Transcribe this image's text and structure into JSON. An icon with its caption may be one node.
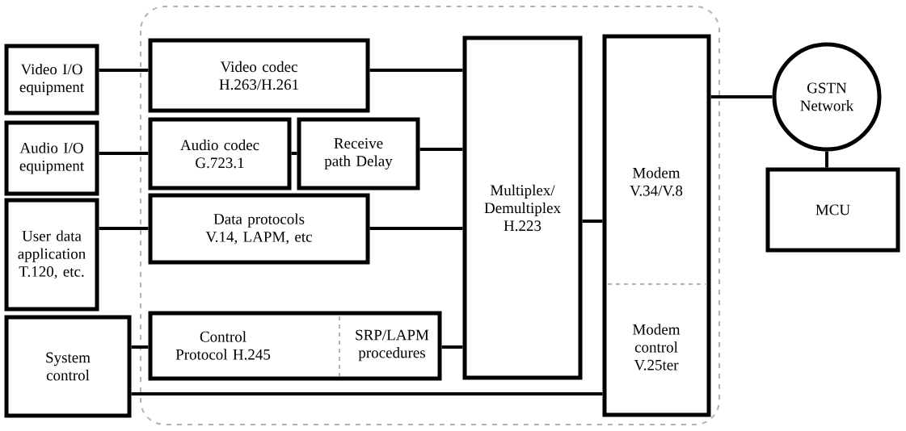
{
  "diagram": {
    "nodes": [
      {
        "text": [
          "Video I/O equipment"
        ]
      },
      {
        "text": [
          "Video codec H.263/H.261"
        ]
      },
      {
        "text": [
          "Audio I/O equipment"
        ]
      },
      {
        "text": [
          "Audio codec G.723.1"
        ]
      },
      {
        "text": [
          "Receive path Delay"
        ]
      },
      {
        "text": [
          "User data application T.120, etc."
        ]
      },
      {
        "text": [
          "Data protocols V.14, LAPM, etc"
        ]
      },
      {
        "text": [
          "System control"
        ]
      },
      {
        "text": [
          "Control Protocol H.245",
          "SRP/LAPM procedures"
        ]
      },
      {
        "text": [
          "Multiplex/Demultiplex H.223"
        ]
      },
      {
        "text": [
          "Modem V.34/V.8",
          "Modem control V.25ter"
        ]
      },
      {
        "text": [
          "GSTN Network"
        ]
      },
      {
        "text": [
          "MCU"
        ]
      }
    ],
    "edges": [
      {
        "from": 0,
        "to": 1,
        "arrow": "none"
      },
      {
        "from": 1,
        "to": 9,
        "arrow": "none"
      },
      {
        "from": 2,
        "to": 3,
        "arrow": "none"
      },
      {
        "from": 3,
        "to": 4,
        "arrow": "none"
      },
      {
        "from": 4,
        "to": 9,
        "arrow": "none"
      },
      {
        "from": 5,
        "to": 6,
        "arrow": "none"
      },
      {
        "from": 6,
        "to": 9,
        "arrow": "none"
      },
      {
        "from": 7,
        "to": 8,
        "arrow": "none"
      },
      {
        "from": 8,
        "to": 9,
        "arrow": "none"
      },
      {
        "from": 9,
        "to": 10,
        "arrow": "none"
      },
      {
        "from": 10,
        "to": 11,
        "arrow": "none"
      },
      {
        "from": 11,
        "to": 12,
        "arrow": "none"
      },
      {
        "from": 10,
        "to": 7,
        "arrow": "none"
      }
    ]
  }
}
